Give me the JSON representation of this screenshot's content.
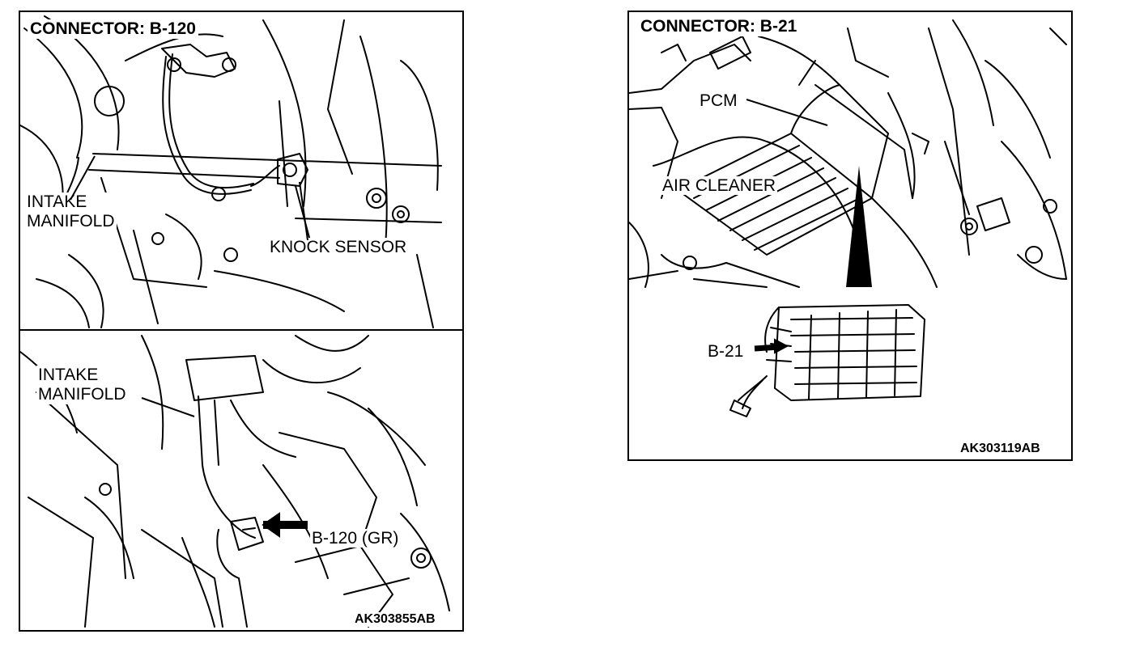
{
  "left_figure": {
    "title": "CONNECTOR: B-120",
    "top_view": {
      "intake_manifold_label": [
        "INTAKE",
        "MANIFOLD"
      ],
      "knock_sensor_label": "KNOCK SENSOR"
    },
    "bottom_view": {
      "intake_manifold_label": [
        "INTAKE",
        "MANIFOLD"
      ],
      "connector_label": "B-120 (GR)"
    },
    "code": "AK303855AB"
  },
  "right_figure": {
    "title": "CONNECTOR: B-21",
    "pcm_label": "PCM",
    "air_cleaner_label": "AIR CLEANER",
    "connector_label": "B-21",
    "code": "AK303119AB"
  }
}
